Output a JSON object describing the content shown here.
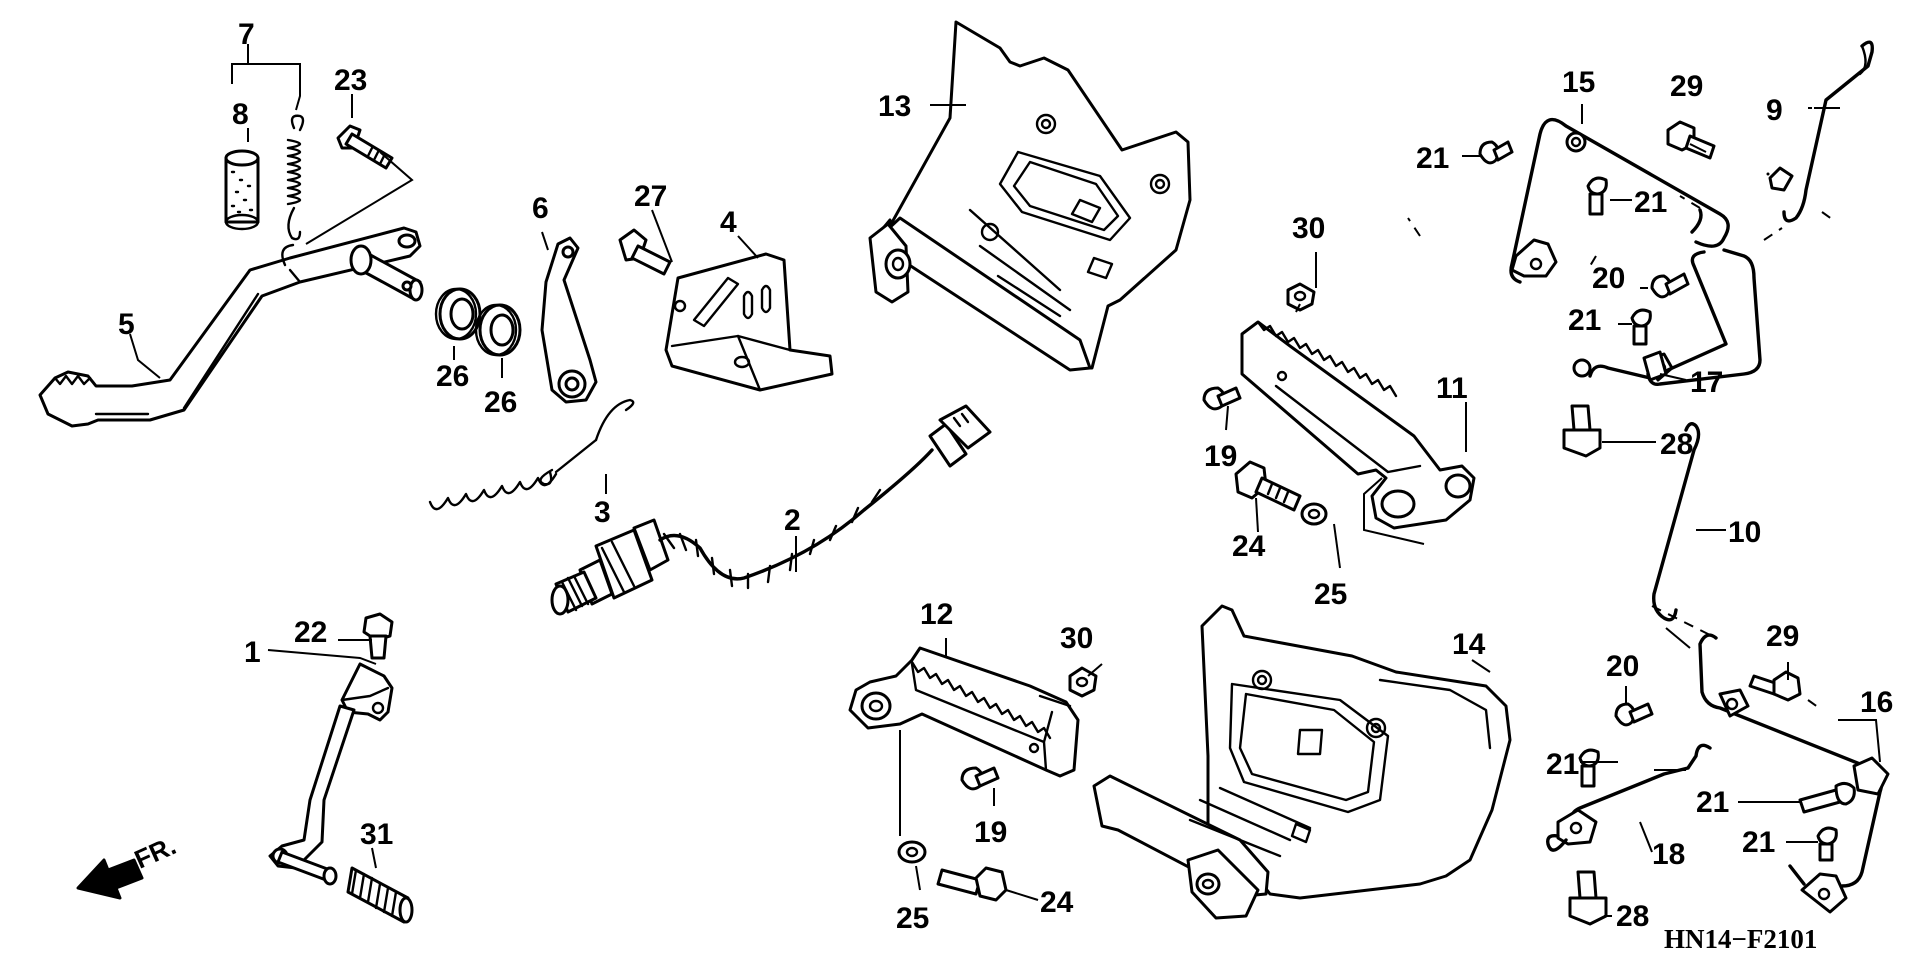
{
  "diagram": {
    "code": "HN14−F2101",
    "direction_label": "FR.",
    "callouts": [
      {
        "id": "c1",
        "text": "1"
      },
      {
        "id": "c2",
        "text": "2"
      },
      {
        "id": "c3",
        "text": "3"
      },
      {
        "id": "c4",
        "text": "4"
      },
      {
        "id": "c5",
        "text": "5"
      },
      {
        "id": "c6",
        "text": "6"
      },
      {
        "id": "c7",
        "text": "7"
      },
      {
        "id": "c8",
        "text": "8"
      },
      {
        "id": "c9",
        "text": "9"
      },
      {
        "id": "c10",
        "text": "10"
      },
      {
        "id": "c11",
        "text": "11"
      },
      {
        "id": "c12",
        "text": "12"
      },
      {
        "id": "c13",
        "text": "13"
      },
      {
        "id": "c14",
        "text": "14"
      },
      {
        "id": "c15",
        "text": "15"
      },
      {
        "id": "c16",
        "text": "16"
      },
      {
        "id": "c17",
        "text": "17"
      },
      {
        "id": "c18",
        "text": "18"
      },
      {
        "id": "c19a",
        "text": "19"
      },
      {
        "id": "c19b",
        "text": "19"
      },
      {
        "id": "c20a",
        "text": "20"
      },
      {
        "id": "c20b",
        "text": "20"
      },
      {
        "id": "c21a",
        "text": "21"
      },
      {
        "id": "c21b",
        "text": "21"
      },
      {
        "id": "c21c",
        "text": "21"
      },
      {
        "id": "c21d",
        "text": "21"
      },
      {
        "id": "c21e",
        "text": "21"
      },
      {
        "id": "c21f",
        "text": "21"
      },
      {
        "id": "c22",
        "text": "22"
      },
      {
        "id": "c23",
        "text": "23"
      },
      {
        "id": "c24a",
        "text": "24"
      },
      {
        "id": "c24b",
        "text": "24"
      },
      {
        "id": "c25a",
        "text": "25"
      },
      {
        "id": "c25b",
        "text": "25"
      },
      {
        "id": "c26a",
        "text": "26"
      },
      {
        "id": "c26b",
        "text": "26"
      },
      {
        "id": "c27",
        "text": "27"
      },
      {
        "id": "c28a",
        "text": "28"
      },
      {
        "id": "c28b",
        "text": "28"
      },
      {
        "id": "c29a",
        "text": "29"
      },
      {
        "id": "c29b",
        "text": "29"
      },
      {
        "id": "c30a",
        "text": "30"
      },
      {
        "id": "c30b",
        "text": "30"
      },
      {
        "id": "c31",
        "text": "31"
      }
    ]
  }
}
